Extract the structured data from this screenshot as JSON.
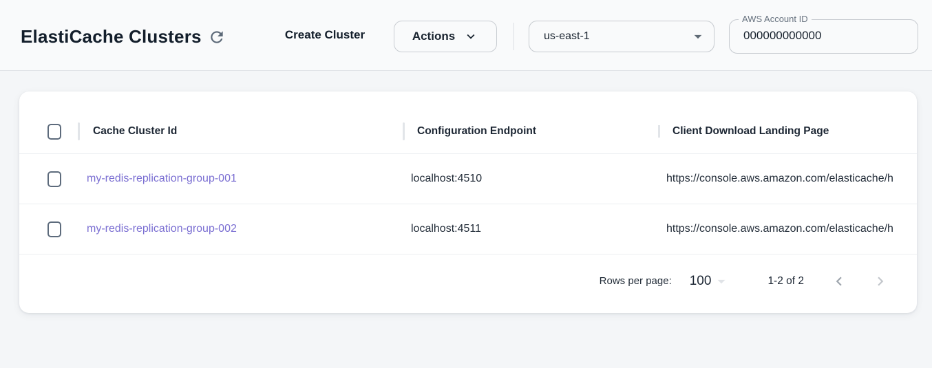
{
  "header": {
    "title": "ElastiCache Clusters",
    "create_cluster_label": "Create Cluster",
    "actions_label": "Actions",
    "region_value": "us-east-1",
    "account_label": "AWS Account ID",
    "account_value": "000000000000"
  },
  "table": {
    "columns": [
      "Cache Cluster Id",
      "Configuration Endpoint",
      "Client Download Landing Page"
    ],
    "rows": [
      {
        "cache_cluster_id": "my-redis-replication-group-001",
        "configuration_endpoint": "localhost:4510",
        "client_download_landing_page": "https://console.aws.amazon.com/elasticache/h"
      },
      {
        "cache_cluster_id": "my-redis-replication-group-002",
        "configuration_endpoint": "localhost:4511",
        "client_download_landing_page": "https://console.aws.amazon.com/elasticache/h"
      }
    ],
    "pagination": {
      "rows_per_page_label": "Rows per page:",
      "rows_per_page_value": "100",
      "range_label": "1-2 of 2"
    }
  },
  "icons": {
    "refresh": "refresh-icon",
    "actions_chevron": "chevron-down-icon",
    "region_arrow": "dropdown-triangle-icon",
    "rows_per_page_arrow": "dropdown-triangle-icon",
    "prev_page": "chevron-left-icon",
    "next_page": "chevron-right-icon",
    "checkbox": "checkbox-outline-icon"
  },
  "colors": {
    "link": "#7a6ed2",
    "text_primary": "#131e2b",
    "topbar_bg": "#f9fafb",
    "page_bg": "#f4f6f8",
    "checkbox_border": "#5d6b7c"
  }
}
